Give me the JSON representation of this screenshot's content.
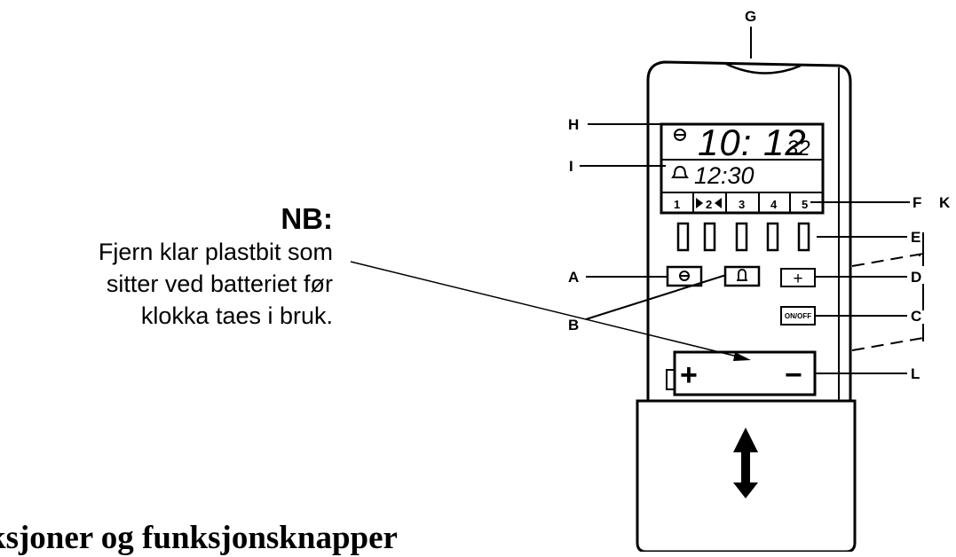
{
  "note": {
    "title": "NB:",
    "lines": [
      "Fjern klar plastbit som",
      "sitter ved batteriet før",
      "klokka taes i bruk."
    ]
  },
  "heading": "ksjoner og funksjonsknapper",
  "display": {
    "time_main": "10: 12",
    "time_seconds": "32",
    "alarm_time": "12:30",
    "slots": [
      "1",
      "2",
      "3",
      "4",
      "5"
    ]
  },
  "buttons": {
    "plus": "+",
    "onoff": "ON/OFF"
  },
  "battery": {
    "plus": "+",
    "minus": "−"
  },
  "labels": {
    "G": "G",
    "H": "H",
    "I": "I",
    "F": "F",
    "K": "K",
    "E": "E",
    "A": "A",
    "D": "D",
    "B": "B",
    "C": "C",
    "L": "L"
  }
}
